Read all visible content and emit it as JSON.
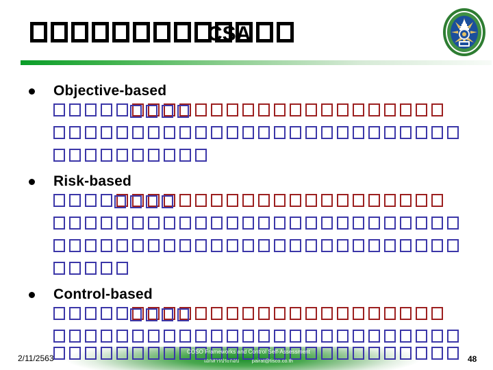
{
  "slide": {
    "title_tofu_count": 13,
    "title_overlay_text": "CSA",
    "logo_name": "government-seal-logo",
    "page_number": "48",
    "date": "2/11/2563"
  },
  "colors": {
    "tofu_blue": "#3b36a8",
    "tofu_red": "#9c1f1f",
    "rule_green": "#0a9d28",
    "footer_green": "#1f8f2f",
    "text_black": "#000000"
  },
  "bullets": [
    {
      "label": "Objective-based",
      "lines": [
        {
          "blue": 5,
          "overlap": 4,
          "red": 16
        },
        {
          "blue": 26,
          "overlap": 0,
          "red": 0
        },
        {
          "blue": 10,
          "overlap": 0,
          "red": 0
        }
      ]
    },
    {
      "label": "Risk-based",
      "lines": [
        {
          "blue": 4,
          "overlap": 4,
          "red": 17
        },
        {
          "blue": 26,
          "overlap": 0,
          "red": 0
        },
        {
          "blue": 26,
          "overlap": 0,
          "red": 0
        },
        {
          "blue": 5,
          "overlap": 0,
          "red": 0
        }
      ]
    },
    {
      "label": "Control-based",
      "lines": [
        {
          "blue": 5,
          "overlap": 4,
          "red": 16
        },
        {
          "blue": 26,
          "overlap": 0,
          "red": 0
        }
      ]
    }
  ],
  "footer": {
    "date": "2/11/2563",
    "title_line": "COSO Frameworks and Control Self-Assessment",
    "sub_left": "เอกสารประกอบ",
    "sub_right": "pairat@tisco.co.th",
    "page_number": "48"
  }
}
